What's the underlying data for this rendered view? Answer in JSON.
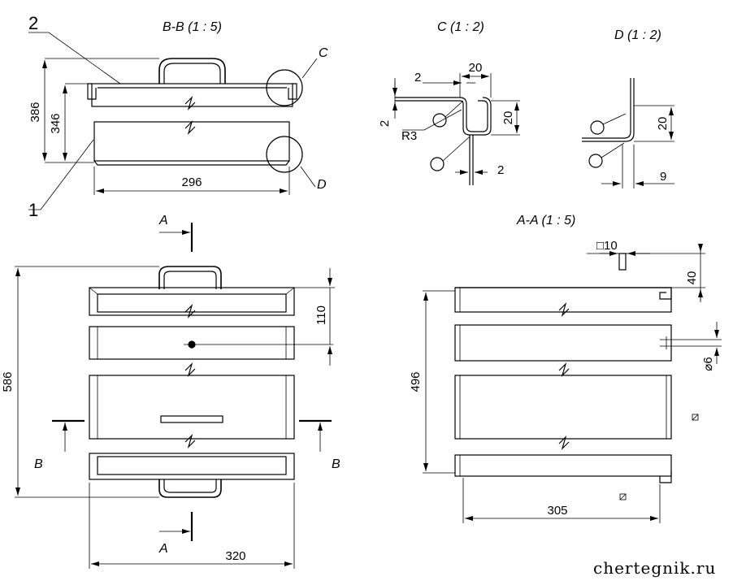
{
  "views": {
    "bb_title": "B-B (1 : 5)",
    "c_title": "C (1 : 2)",
    "d_title": "D (1 : 2)",
    "aa_title": "A-A (1 : 5)"
  },
  "bb": {
    "part_2": "2",
    "part_1": "1",
    "dim_386": "386",
    "dim_346": "346",
    "dim_296": "296",
    "detail_c": "C",
    "detail_d": "D"
  },
  "c_detail": {
    "dim_2_top": "2",
    "dim_20_top": "20",
    "dim_2_left": "2",
    "dim_r3": "R3",
    "dim_20_right": "20",
    "dim_2_bottom": "2"
  },
  "d_detail": {
    "dim_20": "20",
    "dim_9": "9"
  },
  "front": {
    "section_a_top": "A",
    "section_a_bottom": "A",
    "section_b_left": "B",
    "section_b_right": "B",
    "dim_586": "586",
    "dim_110": "110",
    "dim_320": "320"
  },
  "aa": {
    "dim_sq10": "□10",
    "dim_40": "40",
    "dim_496": "496",
    "dim_d6": "⌀6",
    "dim_305": "305"
  },
  "watermark": "chertegnik.ru"
}
